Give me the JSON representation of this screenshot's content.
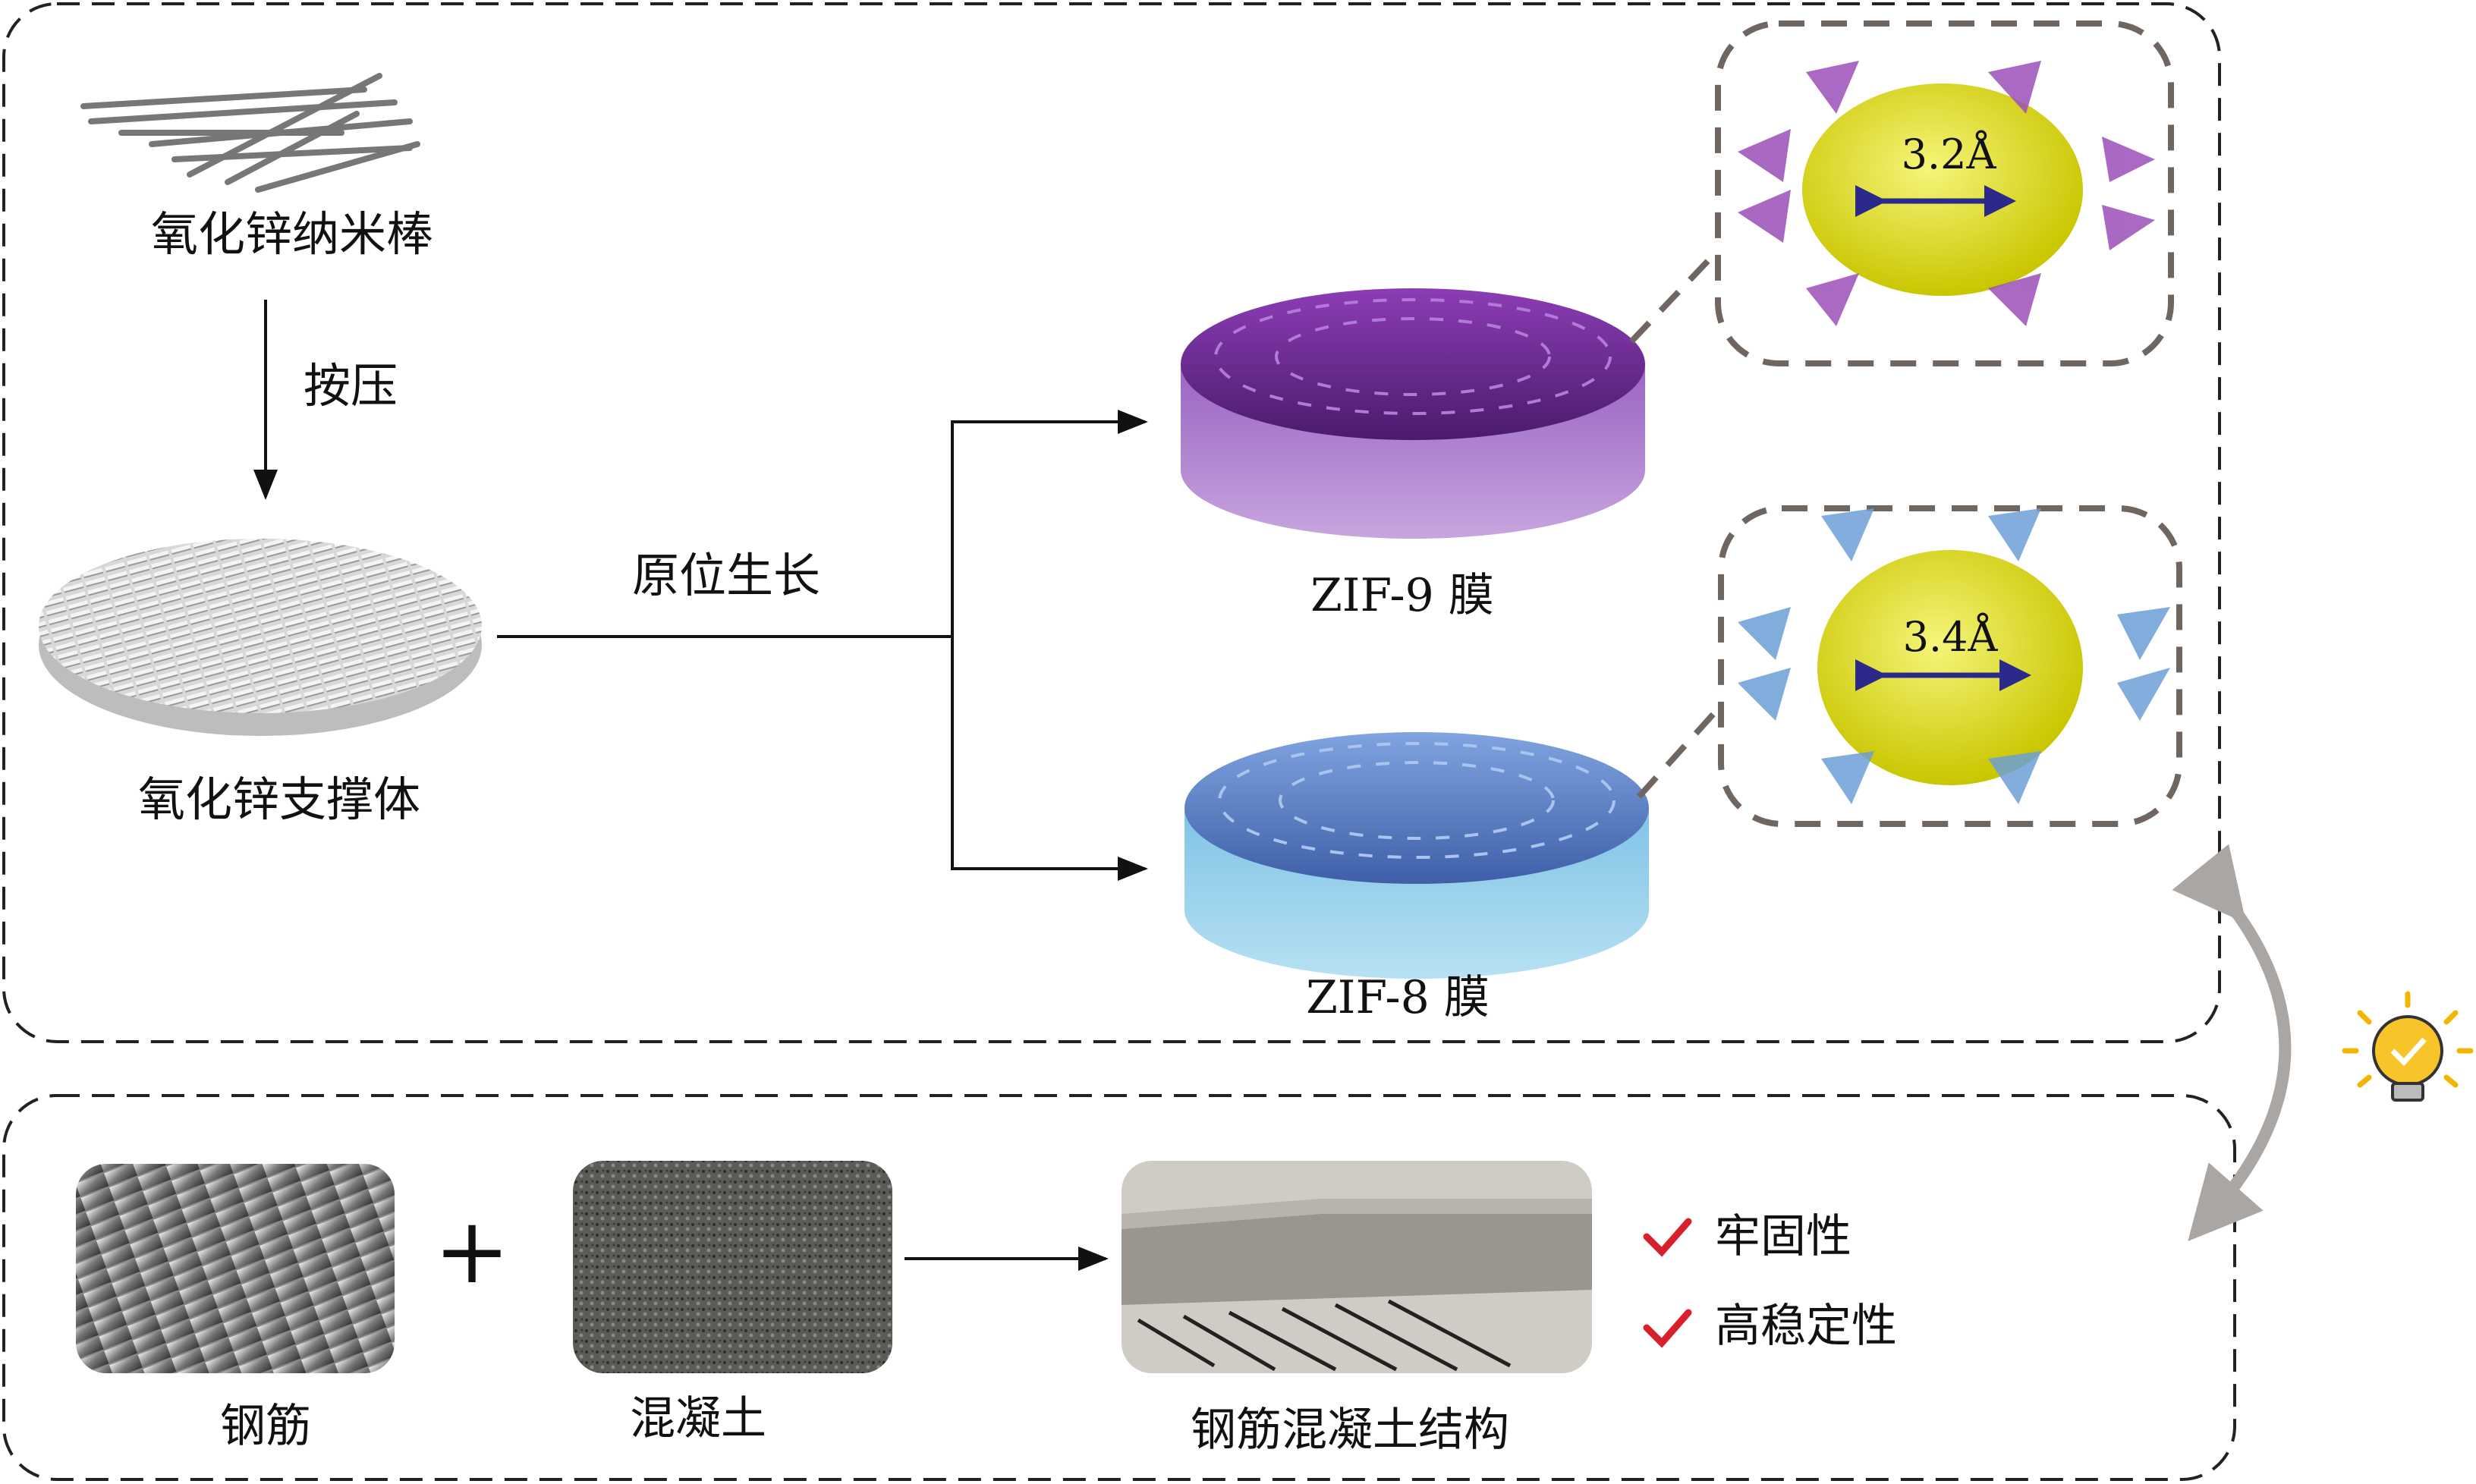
{
  "top": {
    "nanorods_label": "氧化锌纳米棒",
    "press_label": "按压",
    "support_label": "氧化锌支撑体",
    "growth_label": "原位生长",
    "zif9_label": "ZIF-9 膜",
    "zif8_label": "ZIF-8 膜",
    "zif9_pore": "3.2Å",
    "zif8_pore": "3.4Å"
  },
  "bottom": {
    "rebar_label": "钢筋",
    "plus": "+",
    "concrete_label": "混凝土",
    "structure_label": "钢筋混凝土结构",
    "features": [
      "牢固性",
      "高稳定性"
    ]
  },
  "colors": {
    "zif9": "#7a2d9c",
    "zif8": "#5b86c9",
    "check": "#d8202a",
    "bulb": "#f2b500"
  }
}
